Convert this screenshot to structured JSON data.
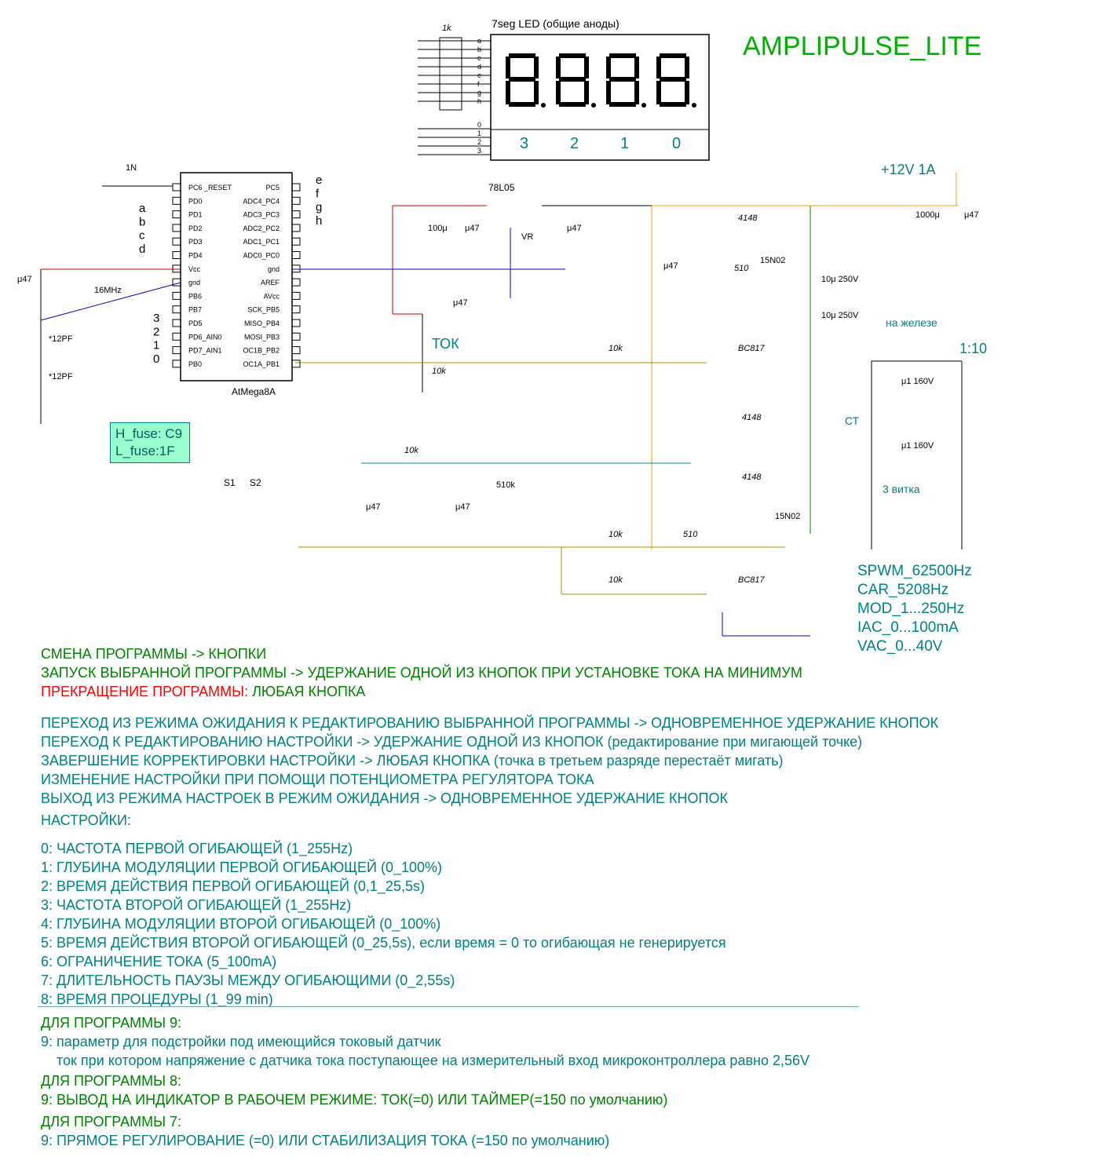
{
  "title": "AMPLIPULSE_LITE",
  "display": {
    "label": "7seg LED (общие аноды)",
    "resistor_label": "1k",
    "segments": [
      "a",
      "b",
      "c",
      "d",
      "e",
      "f",
      "g",
      "h"
    ],
    "digit_lines": [
      "0",
      "1",
      "2",
      "3"
    ],
    "digit_numbers": [
      "3",
      "2",
      "1",
      "0"
    ]
  },
  "mcu": {
    "name": "AtMega8A",
    "left_pins": [
      "PC6 _RESET",
      "PD0",
      "PD1",
      "PD2",
      "PD3",
      "PD4",
      "Vcc",
      "gnd",
      "PB6",
      "PB7",
      "PD5",
      "PD6_AIN0",
      "PD7_AIN1",
      "PB0"
    ],
    "right_pins": [
      "PC5",
      "ADC4_PC4",
      "ADC3_PC3",
      "ADC2_PC2",
      "ADC1_PC1",
      "ADC0_PC0",
      "gnd",
      "AREF",
      "AVcc",
      "SCK_PB5",
      "MISO_PB4",
      "MOSI_PB3",
      "OC1B_PB2",
      "OC1A_PB1"
    ],
    "right_outputs": [
      "e",
      "f",
      "g",
      "h"
    ],
    "left_inputs": [
      "a",
      "b",
      "c",
      "d"
    ],
    "digit_inputs": [
      "3",
      "2",
      "1",
      "0"
    ]
  },
  "components": {
    "reset_cap": "1N",
    "crystal": "16MHz",
    "cap_vcc": "μ47",
    "cap_xtal1": "*12PF",
    "cap_xtal2": "*12PF",
    "regulator": "78L05",
    "regulator_ref": "VR",
    "cap_100u": "100μ",
    "cap_u47_a": "μ47",
    "cap_u47_b": "μ47",
    "cap_aref": "μ47",
    "supply": "+12V 1A",
    "cap_1000u": "1000μ",
    "cap_u47_c": "μ47",
    "pot_label": "ТОК",
    "pot_value": "10k",
    "diode_top": "4148",
    "res_510_top": "510",
    "cap_u47_gate": "μ47",
    "mosfet_top": "15N02",
    "cap_out1": "10μ 250V",
    "cap_out2": "10μ 250V",
    "coil_label": "на железе",
    "ratio": "1:10",
    "res_10k_a": "10k",
    "bjt_top": "BC817",
    "cap_u1_a": "μ1  160V",
    "cap_u1_b": "μ1  160V",
    "ct_label": "СТ",
    "ct_turns": "3 витка",
    "diode_ct1": "4148",
    "diode_ct2": "4148",
    "res_10k_b": "10k",
    "res_510k": "510k",
    "cap_u47_d": "μ47",
    "cap_u47_e": "μ47",
    "mosfet_bottom": "15N02",
    "res_10k_c": "10k",
    "res_510_bottom": "510",
    "res_10k_d": "10k",
    "bjt_bottom": "BC817",
    "switch1": "S1",
    "switch2": "S2"
  },
  "fuses": {
    "h": "H_fuse: C9",
    "l": "L_fuse:1F"
  },
  "specs": [
    "SPWM_62500Hz",
    "CAR_5208Hz",
    "MOD_1...250Hz",
    "IAC_0...100mA",
    "VAC_0...40V"
  ],
  "instructions": {
    "line1": "СМЕНА ПРОГРАММЫ -> КНОПКИ",
    "line2": "ЗАПУСК ВЫБРАННОЙ ПРОГРАММЫ -> УДЕРЖАНИЕ ОДНОЙ ИЗ КНОПОК ПРИ УСТАНОВКЕ ТОКА НА МИНИМУМ",
    "line3_red": "ПРЕКРАЩЕНИЕ ПРОГРАММЫ:",
    "line3_green": " ЛЮБАЯ КНОПКА",
    "edit": [
      "ПЕРЕХОД ИЗ РЕЖИМА ОЖИДАНИЯ К РЕДАКТИРОВАНИЮ ВЫБРАННОЙ ПРОГРАММЫ -> ОДНОВРЕМЕННОЕ УДЕРЖАНИЕ КНОПОК",
      "ПЕРЕХОД К РЕДАКТИРОВАНИЮ НАСТРОЙКИ -> УДЕРЖАНИЕ ОДНОЙ ИЗ КНОПОК (редактирование при мигающей точке)",
      "ЗАВЕРШЕНИЕ КОРРЕКТИРОВКИ НАСТРОЙКИ -> ЛЮБАЯ КНОПКА (точка в третьем разряде перестаёт мигать)",
      "ИЗМЕНЕНИЕ НАСТРОЙКИ ПРИ ПОМОЩИ ПОТЕНЦИОМЕТРА РЕГУЛЯТОРА ТОКА",
      "ВЫХОД ИЗ РЕЖИМА НАСТРОЕК В РЕЖИМ ОЖИДАНИЯ -> ОДНОВРЕМЕННОЕ УДЕРЖАНИЕ КНОПОК"
    ],
    "settings_header": "НАСТРОЙКИ:",
    "settings": [
      "0: ЧАСТОТА ПЕРВОЙ ОГИБАЮЩЕЙ (1_255Hz)",
      "1: ГЛУБИНА МОДУЛЯЦИИ ПЕРВОЙ ОГИБАЮЩЕЙ (0_100%)",
      "2: ВРЕМЯ ДЕЙСТВИЯ ПЕРВОЙ ОГИБАЮЩЕЙ (0,1_25,5s)",
      "3: ЧАСТОТА ВТОРОЙ ОГИБАЮЩЕЙ (1_255Hz)",
      "4: ГЛУБИНА МОДУЛЯЦИИ ВТОРОЙ ОГИБАЮЩЕЙ (0_100%)",
      "5: ВРЕМЯ ДЕЙСТВИЯ ВТОРОЙ ОГИБАЮЩЕЙ  (0_25,5s), если время = 0 то огибающая не генерируется",
      "6: ОГРАНИЧЕНИЕ ТОКА (5_100mA)",
      "7: ДЛИТЕЛЬНОСТЬ ПАУЗЫ МЕЖДУ ОГИБАЮЩИМИ (0_2,55s)",
      "8: ВРЕМЯ ПРОЦЕДУРЫ (1_99 min)"
    ],
    "prog9_header": "ДЛЯ ПРОГРАММЫ 9:",
    "prog9_line1": "9: параметр для подстройки под имеющийся токовый датчик",
    "prog9_line2": "    ток при котором напряжение с датчика тока поступающее на измерительный вход микроконтроллера равно 2,56V",
    "prog8_header": "ДЛЯ ПРОГРАММЫ 8:",
    "prog8_line": "9: ВЫВОД НА ИНДИКАТОР В РАБОЧЕМ РЕЖИМЕ: ТОК(=0) ИЛИ ТАЙМЕР(=150 по умолчанию)",
    "prog7_header": "ДЛЯ ПРОГРАММЫ 7:",
    "prog7_line": "9: ПРЯМОЕ РЕГУЛИРОВАНИЕ (=0) ИЛИ СТАБИЛИЗАЦИЯ ТОКА (=150 по умолчанию)"
  }
}
